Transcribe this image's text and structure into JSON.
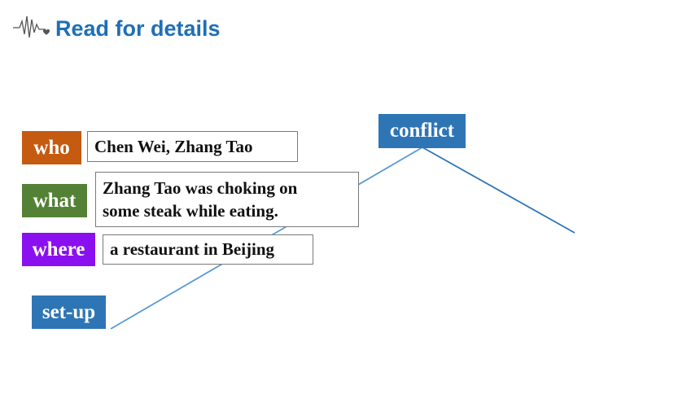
{
  "header": {
    "title": "Read for details",
    "icon": "heartbeat-icon"
  },
  "colors": {
    "title": "#1f6fb5",
    "who": "#c55a11",
    "what": "#538135",
    "where": "#8b10f0",
    "blue_label": "#2e75b6",
    "line": "#5b9bd5"
  },
  "labels": {
    "who": "who",
    "what": "what",
    "where": "where",
    "setup": "set-up",
    "conflict": "conflict"
  },
  "details": {
    "who": "Chen Wei, Zhang Tao",
    "what_line1": "Zhang Tao was choking on",
    "what_line2": "some steak while eating.",
    "where": "a restaurant in Beijing"
  }
}
